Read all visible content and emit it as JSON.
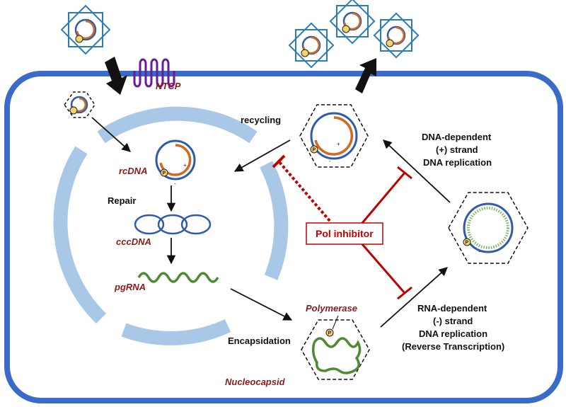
{
  "labels": {
    "ntcp": "NTCP",
    "recycling": "recycling",
    "rcdna": "rcDNA",
    "repair": "Repair",
    "cccdna": "cccDNA",
    "pgrna": "pgRNA",
    "encapsidation": "Encapsidation",
    "polymerase": "Polymerase",
    "nucleocapsid": "Nucleocapsid",
    "pol_inhibitor": "Pol inhibitor",
    "dna_dependent": [
      "DNA-dependent",
      "(+) strand",
      "DNA replication"
    ],
    "rna_dependent": [
      "RNA-dependent",
      "(-) strand",
      "DNA replication",
      "(Reverse Transcription)"
    ],
    "plus_sign": "+",
    "minus_sign": "-",
    "p_badge": "P"
  },
  "colors": {
    "cell_membrane": "#3a6bc9",
    "nucleus": "#a9c8e8",
    "dna_blue": "#2e5ca8",
    "dna_orange": "#d2691e",
    "rna_green": "#4e8a32",
    "inhibitor_red": "#c00000",
    "label_red": "#8b1a1a",
    "polymerase_yellow": "#f3d36b",
    "virion_blue": "#2b7bb9"
  }
}
